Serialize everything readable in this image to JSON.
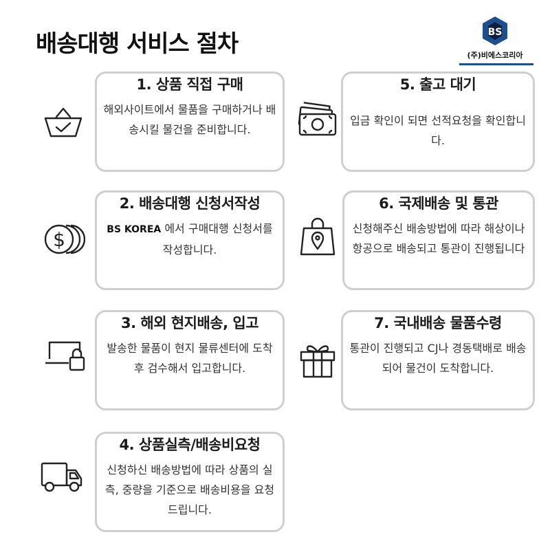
{
  "title": "배송대행 서비스 절차",
  "logo": {
    "text": "(주)비에스코리아",
    "brand_color": "#1c4f8e"
  },
  "steps": [
    {
      "title": "1. 상품 직접 구매",
      "body": "해외사이트에서 물품을 구매하거나 배송시킬 물건을 준비합니다.",
      "icon": "shopping-basket-icon"
    },
    {
      "title": "2. 배송대행 신청서작성",
      "body_brand": "BS KOREA",
      "body": " 에서 구매대행 신청서를 작성합니다.",
      "icon": "coins-icon"
    },
    {
      "title": "3. 해외 현지배송, 입고",
      "body": "발송한 물품이 현지 물류센터에 도착 후 검수해서 입고합니다.",
      "icon": "laptop-lock-icon"
    },
    {
      "title": "4. 상품실측/배송비요청",
      "body": "신청하신 배송방법에 따라 상품의 실측, 중량을 기준으로 배송비용을 요청드립니다.",
      "icon": "delivery-truck-icon"
    },
    {
      "title": "5. 출고 대기",
      "body": "입금 확인이 되면 선적요청을 확인합니다.",
      "icon": "money-stack-icon"
    },
    {
      "title": "6. 국제배송 및 통관",
      "body": "신청해주신 배송방법에 따라 해상이나 항공으로 배송되고 통관이 진행됩니다",
      "icon": "location-bag-icon"
    },
    {
      "title": "7. 국내배송 물품수령",
      "body": "통관이 진행되고 CJ나 경동택배로 배송되어 물건이 도착합니다.",
      "icon": "gift-box-icon"
    }
  ]
}
